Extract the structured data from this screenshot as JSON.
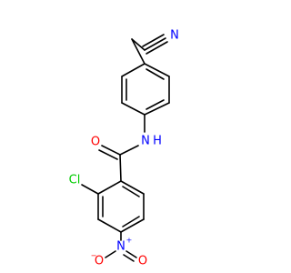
{
  "molecule": {
    "atoms": {
      "nitrile_n": {
        "text": "N",
        "color": "#0000ff"
      },
      "amide_o": {
        "text": "O",
        "color": "#ff0000"
      },
      "amide_nh": {
        "text": "N",
        "h_text": "H",
        "color": "#0000ff"
      },
      "chlorine": {
        "text": "Cl",
        "color": "#00cc00"
      },
      "nitro_n": {
        "text": "N",
        "charge": "+",
        "color": "#0000ff"
      },
      "nitro_o_minus": {
        "text": "O",
        "charge": "−",
        "color": "#ff0000"
      },
      "nitro_o": {
        "text": "O",
        "color": "#ff0000"
      }
    }
  }
}
